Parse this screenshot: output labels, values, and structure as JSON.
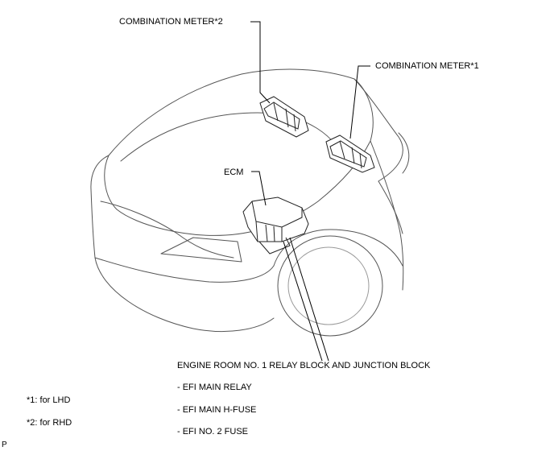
{
  "labels": {
    "combination_meter_2": "COMBINATION METER*2",
    "combination_meter_1": "COMBINATION METER*1",
    "ecm": "ECM",
    "relay_block": "ENGINE ROOM NO. 1 RELAY BLOCK AND JUNCTION BLOCK"
  },
  "relay_items": [
    "- EFI MAIN RELAY",
    "- EFI MAIN H-FUSE",
    "- EFI NO. 2 FUSE"
  ],
  "notes": [
    "*1: for LHD",
    "*2: for RHD"
  ],
  "figure_code": "P"
}
